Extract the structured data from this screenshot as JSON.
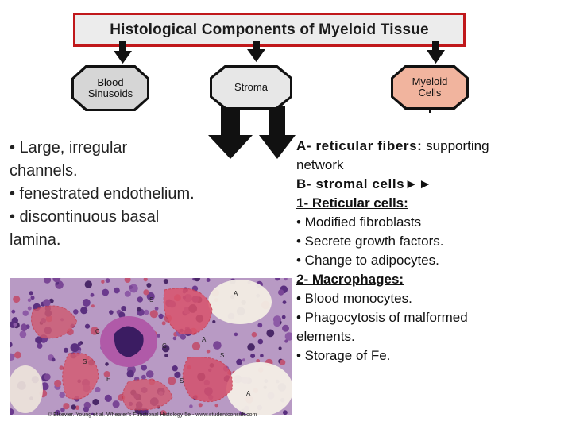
{
  "title": "Histological Components of Myeloid Tissue",
  "boxes": {
    "blood": [
      "Blood",
      "Sinusoids"
    ],
    "stroma": "Stroma",
    "myeloid": [
      "Myeloid",
      "Cells"
    ]
  },
  "left_bullets": [
    "• Large, irregular channels.",
    "• fenestrated endothelium.",
    "• discontinuous basal lamina."
  ],
  "right": {
    "a_head": "A- reticular fibers:",
    "a_text": " supporting",
    "a_text2": "network",
    "b_head": "B- stromal cells►►",
    "reticular_head": "1- Reticular cells:",
    "reticular_items": [
      "• Modified fibroblasts",
      "• Secrete growth factors.",
      "• Change to adipocytes."
    ],
    "macro_head": "2- Macrophages:",
    "macro_items": [
      "• Blood monocytes.",
      "• Phagocytosis of malformed",
      "elements.",
      "• Storage of Fe."
    ]
  },
  "caption": "© Elsevier. Young et al. Wheater's Functional Histology 5e - www.studentconsult.com",
  "micro_labels": [
    "S",
    "C",
    "A",
    "A",
    "S",
    "C",
    "S",
    "E",
    "S",
    "A"
  ],
  "colors": {
    "title_border": "#c0181b",
    "arrow": "#111111",
    "box_grey": "#d6d6d6",
    "box_pink": "#f1b49e"
  }
}
